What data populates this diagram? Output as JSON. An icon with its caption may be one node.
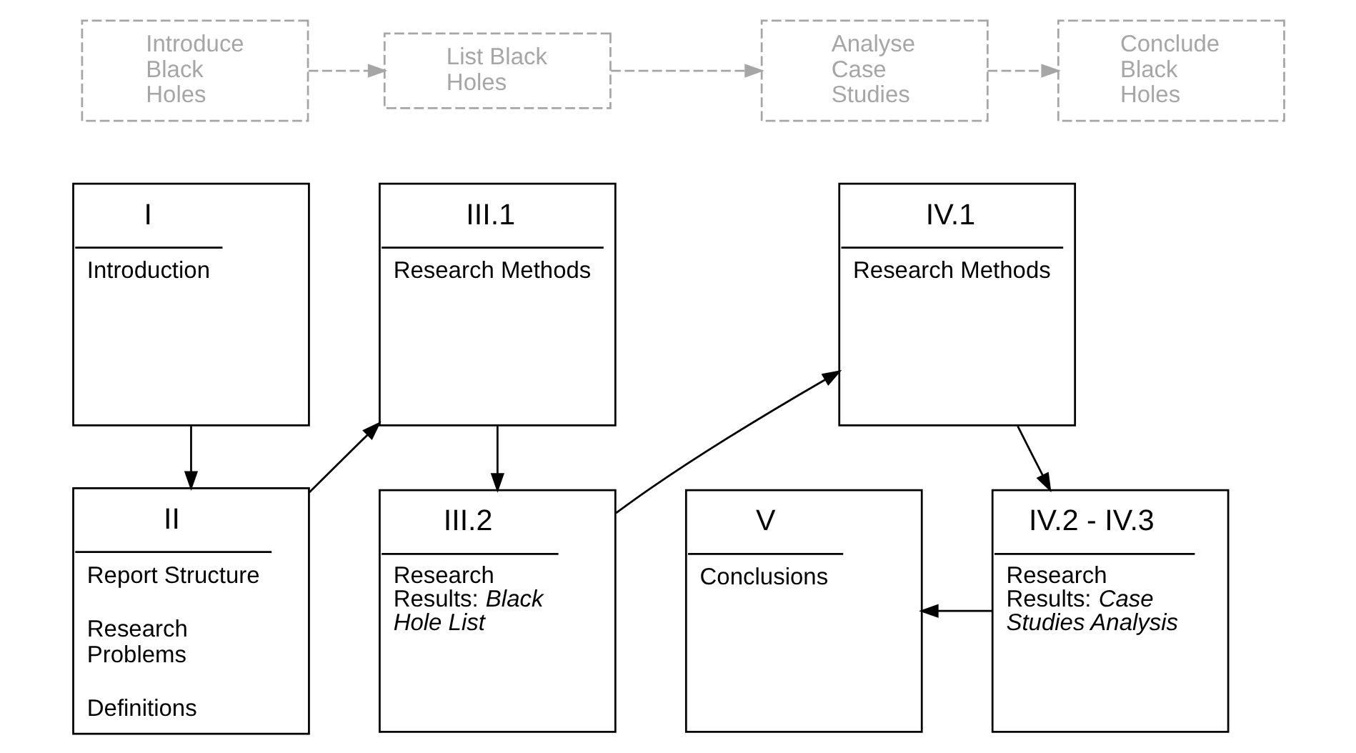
{
  "diagram": {
    "nodes": [
      {
        "text": [
          "Introduce Black Holes"
        ]
      },
      {
        "text": [
          "List Black Holes"
        ]
      },
      {
        "text": [
          "Analyse Case Studies"
        ]
      },
      {
        "text": [
          "Conclude Black Holes"
        ]
      },
      {
        "text": [
          "I",
          "Introduction"
        ]
      },
      {
        "text": [
          "II",
          "Report Structure",
          "Research Problems",
          "Definitions"
        ]
      },
      {
        "text": [
          "III.1",
          "Research Methods"
        ]
      },
      {
        "text": [
          "III.2",
          "Research Results: *Black Hole List*"
        ]
      },
      {
        "text": [
          "IV.1",
          "Research Methods"
        ]
      },
      {
        "text": [
          "IV.2 - IV.3",
          "Research Results: *Case Studies Analysis*"
        ]
      },
      {
        "text": [
          "V",
          "Conclusions"
        ]
      }
    ],
    "edges": [
      {
        "from": 0,
        "to": 1,
        "arrow": "to",
        "style": "dashed",
        "color": "#a6a6a6"
      },
      {
        "from": 1,
        "to": 2,
        "arrow": "to",
        "style": "dashed",
        "color": "#a6a6a6"
      },
      {
        "from": 2,
        "to": 3,
        "arrow": "to",
        "style": "dashed",
        "color": "#a6a6a6"
      },
      {
        "from": 4,
        "to": 5,
        "arrow": "to"
      },
      {
        "from": 5,
        "to": 6,
        "arrow": "to"
      },
      {
        "from": 6,
        "to": 7,
        "arrow": "to"
      },
      {
        "from": 7,
        "to": 8,
        "arrow": "to"
      },
      {
        "from": 8,
        "to": 9,
        "arrow": "to"
      },
      {
        "from": 9,
        "to": 10,
        "arrow": "to"
      }
    ]
  }
}
